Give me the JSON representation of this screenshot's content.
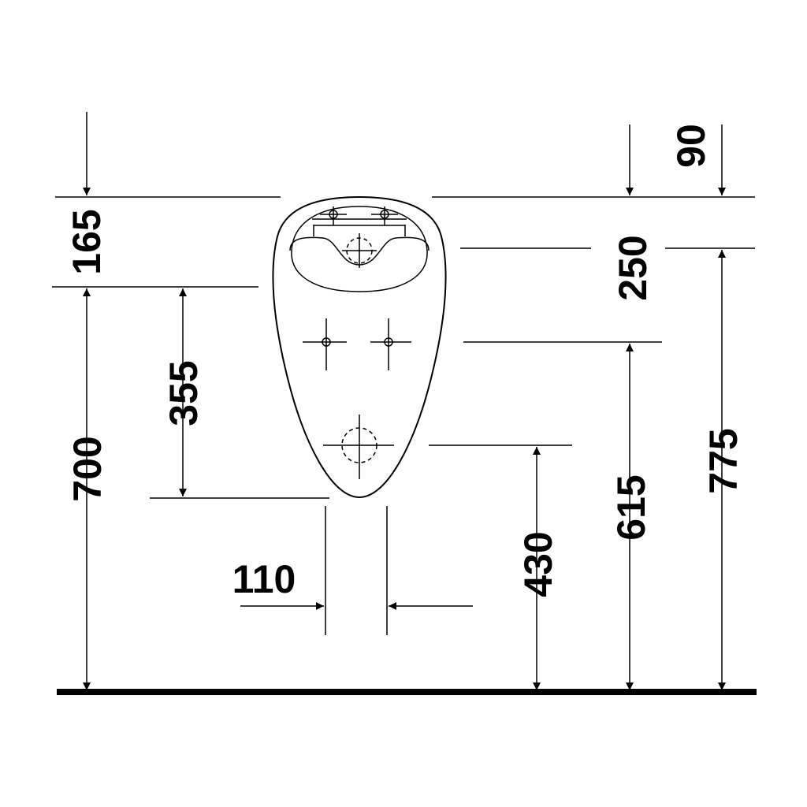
{
  "drawing": {
    "colors": {
      "line": "#000000",
      "background": "#ffffff"
    },
    "dimensions": {
      "d165": "165",
      "d700": "700",
      "d355": "355",
      "d110": "110",
      "d90": "90",
      "d250": "250",
      "d775": "775",
      "d615": "615",
      "d430": "430"
    }
  }
}
